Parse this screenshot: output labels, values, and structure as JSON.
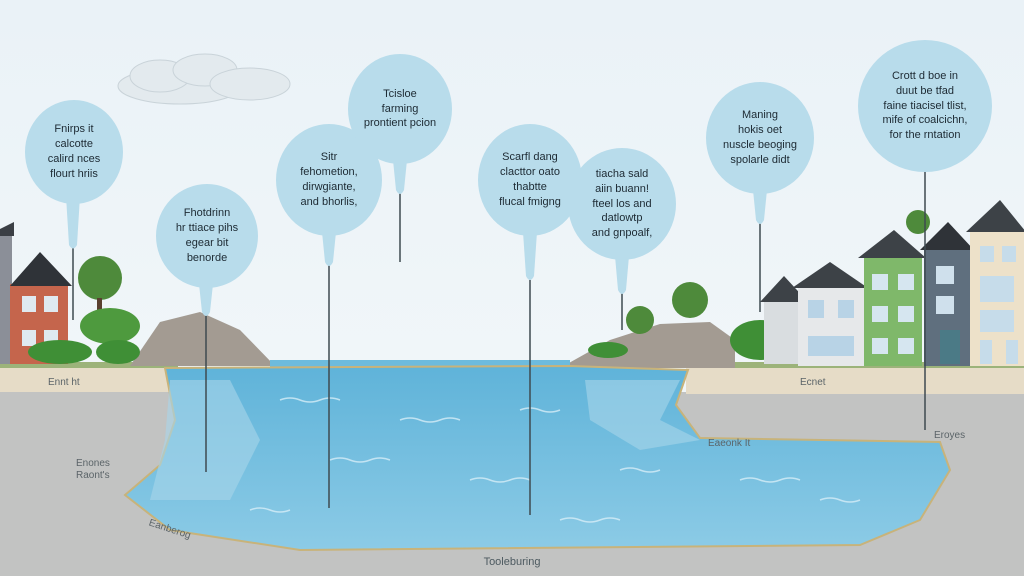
{
  "callouts": [
    {
      "id": "c1",
      "text": "Fnirps it\ncalcotte\ncalird nces\nflourt hriis"
    },
    {
      "id": "c2",
      "text": "Fhotdrinn\nhr ttiace pihs\negear bit benorde"
    },
    {
      "id": "c3",
      "text": "Sitr\nfehometion,\ndirwgiante,\nand bhorlis,"
    },
    {
      "id": "c4",
      "text": "Tcisloe\nfarming\nprontient pcion"
    },
    {
      "id": "c5",
      "text": "Scarfl dang\nclacttor oato\nthabtte\nflucal fmigng"
    },
    {
      "id": "c6",
      "text": "tiacha sald\naiin buann!\nfteel los and\ndatlowtp\nand gnpoalf,"
    },
    {
      "id": "c7",
      "text": "Maning\nhokis oet\nnuscle beoging\nspolarle didt"
    },
    {
      "id": "c8",
      "text": "Crott d boe in\nduut be tfad\nfaine tiacisel tlist,\nmife of coalcichn,\nfor the rntation"
    }
  ],
  "ground_labels": {
    "left_shore": "Ennt ht",
    "right_shore": "Ecnet",
    "bank_left": "Enones\nRaont's",
    "bank_right": "Eaeonk It",
    "far_right": "Eroyes",
    "bottom_left": "Eanberog",
    "bottom": "Tooleburing"
  }
}
